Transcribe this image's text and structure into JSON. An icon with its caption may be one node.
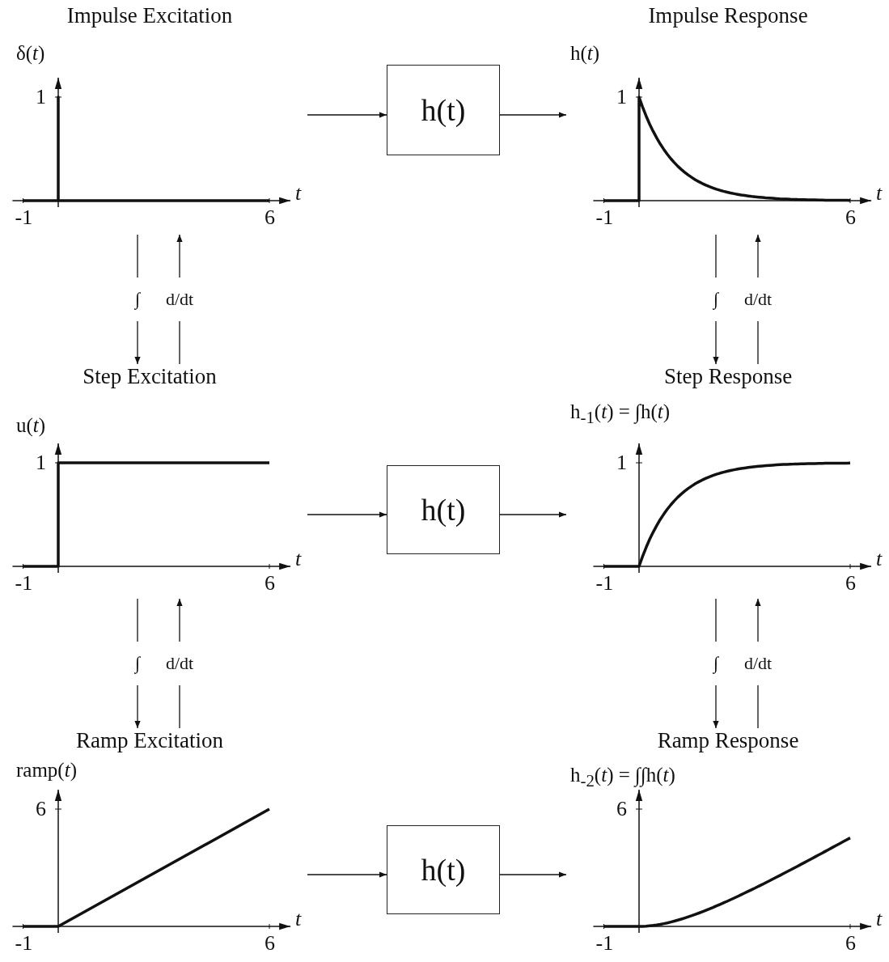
{
  "diagram": {
    "nodes": [
      {
        "text": [
          "Impulse Excitation",
          "δ(*t*)"
        ]
      },
      {
        "text": [
          "h(t)"
        ]
      },
      {
        "text": [
          "Impulse Response",
          "h(*t*)"
        ]
      },
      {
        "text": [
          "Step Excitation",
          "u(*t*)"
        ]
      },
      {
        "text": [
          "h(t)"
        ]
      },
      {
        "text": [
          "Step Response",
          "h$_{-1}$(*t*) = ∫h(*t*)"
        ]
      },
      {
        "text": [
          "Ramp Excitation",
          "ramp(*t*)"
        ]
      },
      {
        "text": [
          "h(t)"
        ]
      },
      {
        "text": [
          "Ramp Response",
          "h$_{-2}$(*t*) = ∫∫h(*t*)"
        ]
      }
    ],
    "edges": [
      {
        "from": 0,
        "to": 1,
        "arrow": "to"
      },
      {
        "from": 1,
        "to": 2,
        "arrow": "to"
      },
      {
        "from": 0,
        "to": 3,
        "arrow": "to",
        "label": "∫"
      },
      {
        "from": 3,
        "to": 0,
        "arrow": "to",
        "label": "d/dt"
      },
      {
        "from": 2,
        "to": 5,
        "arrow": "to",
        "label": "∫"
      },
      {
        "from": 5,
        "to": 2,
        "arrow": "to",
        "label": "d/dt"
      },
      {
        "from": 3,
        "to": 4,
        "arrow": "to"
      },
      {
        "from": 4,
        "to": 5,
        "arrow": "to"
      },
      {
        "from": 3,
        "to": 6,
        "arrow": "to",
        "label": "∫"
      },
      {
        "from": 6,
        "to": 3,
        "arrow": "to",
        "label": "d/dt"
      },
      {
        "from": 5,
        "to": 8,
        "arrow": "to",
        "label": "∫"
      },
      {
        "from": 8,
        "to": 5,
        "arrow": "to",
        "label": "d/dt"
      },
      {
        "from": 6,
        "to": 7,
        "arrow": "to"
      },
      {
        "from": 7,
        "to": 8,
        "arrow": "to"
      }
    ],
    "labels": [
      "1",
      "t",
      "-1",
      "6",
      "1",
      "t",
      "-1",
      "6",
      "1",
      "t",
      "-1",
      "6",
      "1",
      "t",
      "-1",
      "6",
      "6",
      "t",
      "-1",
      "6",
      "6",
      "t",
      "-1",
      "6"
    ]
  }
}
